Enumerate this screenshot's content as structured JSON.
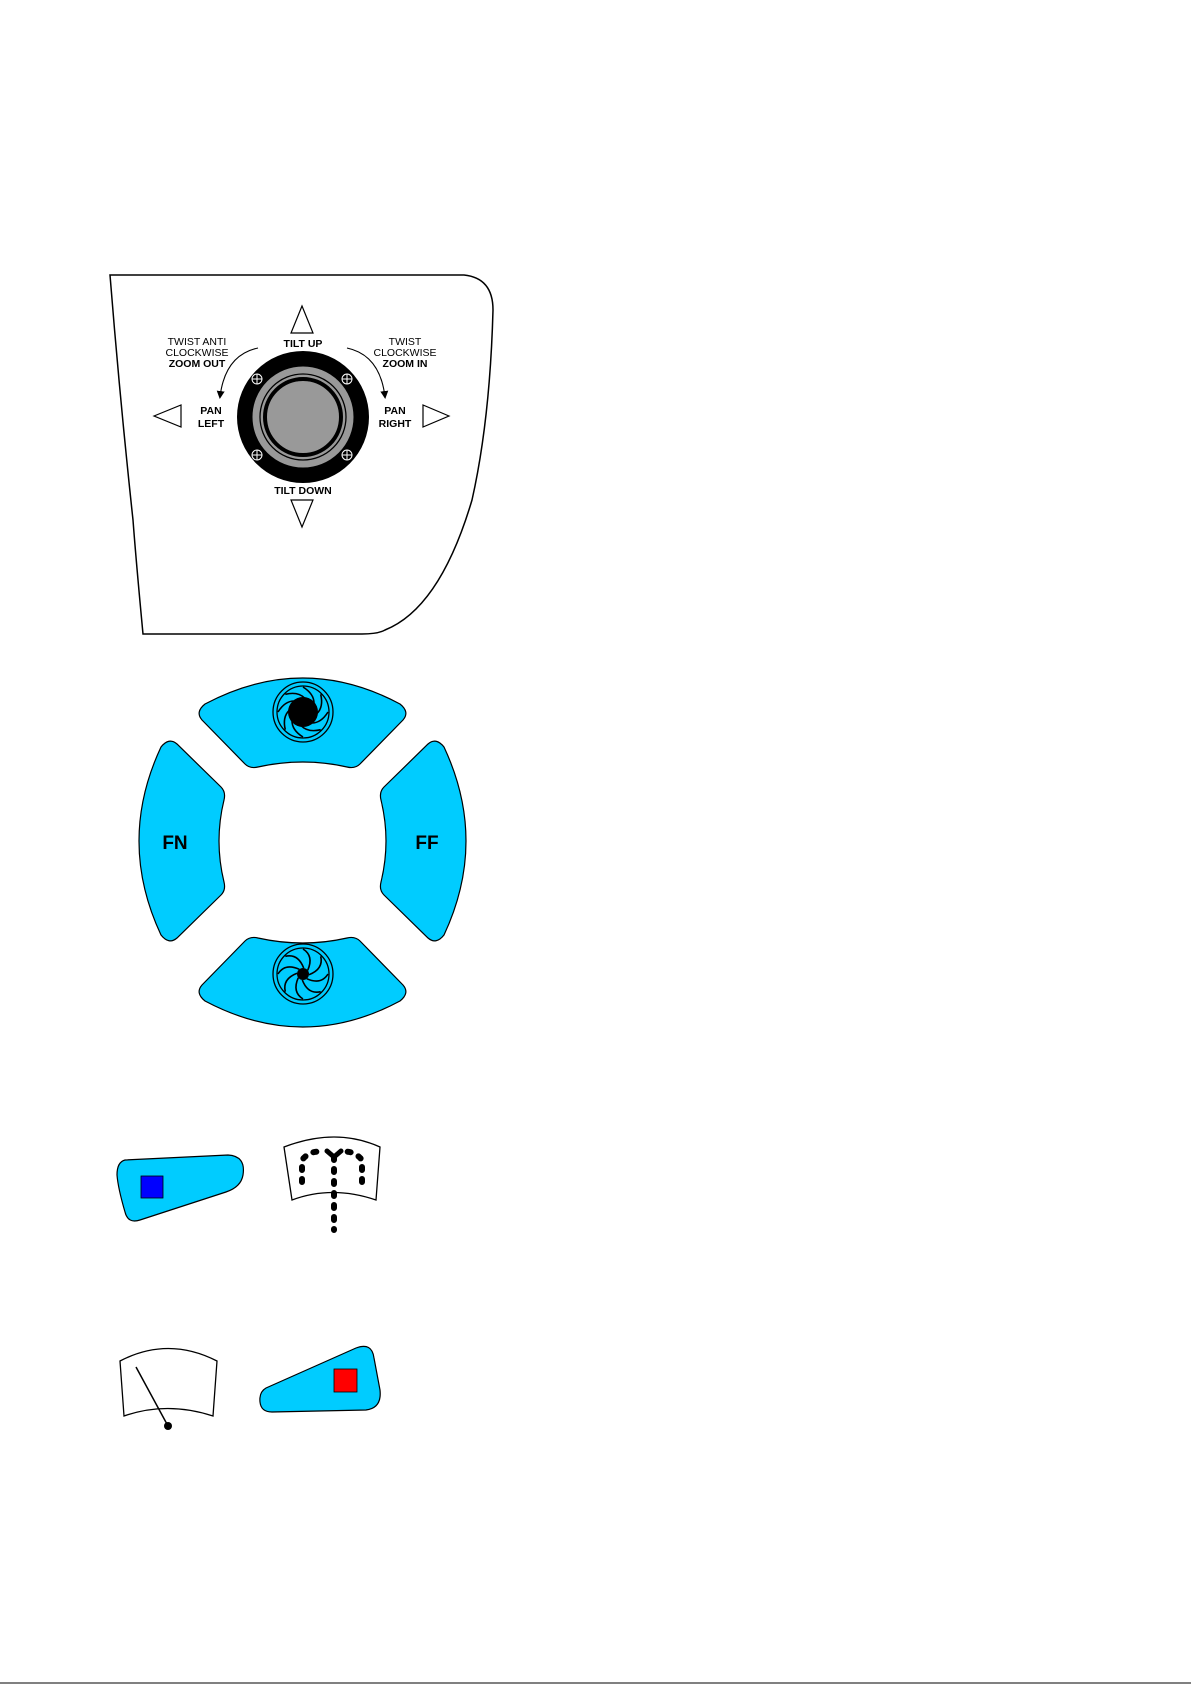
{
  "colors": {
    "button_fill": "#00CCFF",
    "stop_blue": "#0000FF",
    "stop_red": "#FF0000",
    "knob_grey": "#999999",
    "outline": "#000000",
    "background": "#FFFFFF"
  },
  "joystick_panel": {
    "tilt_up": "TILT UP",
    "tilt_down": "TILT DOWN",
    "pan_left_line1": "PAN",
    "pan_left_line2": "LEFT",
    "pan_right_line1": "PAN",
    "pan_right_line2": "RIGHT",
    "zoom_out_line1": "TWIST ANTI",
    "zoom_out_line2": "CLOCKWISE",
    "zoom_out_line3": "ZOOM OUT",
    "zoom_in_line1": "TWIST",
    "zoom_in_line2": "CLOCKWISE",
    "zoom_in_line3": "ZOOM IN",
    "icons": [
      "triangle-up-icon",
      "triangle-down-icon",
      "triangle-left-icon",
      "triangle-right-icon",
      "curved-arrow-icon",
      "screw-icon",
      "joystick-knob-icon"
    ]
  },
  "focus_pad": {
    "left_label": "FN",
    "right_label": "FF",
    "top_icon": "iris-closed-icon",
    "bottom_icon": "iris-open-icon"
  },
  "bottom_controls": {
    "icons": [
      "blue-square-icon",
      "wiper-spray-icon",
      "wiper-meter-icon",
      "red-square-icon"
    ]
  }
}
